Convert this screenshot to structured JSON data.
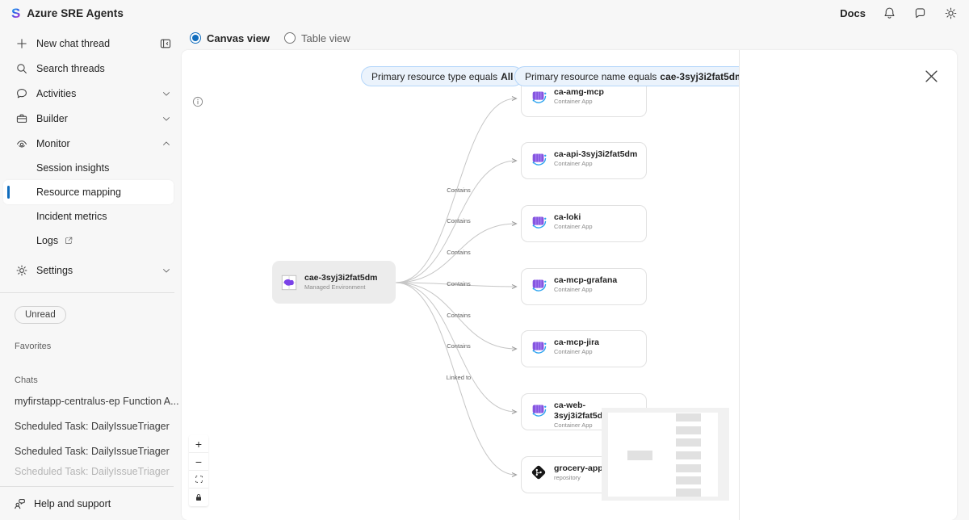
{
  "header": {
    "app_title": "Azure SRE Agents",
    "docs": "Docs"
  },
  "sidebar": {
    "new_chat_thread": "New chat thread",
    "search_threads": "Search threads",
    "activities": "Activities",
    "builder": "Builder",
    "monitor": "Monitor",
    "session_insights": "Session insights",
    "resource_mapping": "Resource mapping",
    "incident_metrics": "Incident metrics",
    "logs": "Logs",
    "settings": "Settings",
    "unread": "Unread",
    "favorites": "Favorites",
    "chats_label": "Chats",
    "chats": [
      "myfirstapp-centralus-ep Function A...",
      "Scheduled Task: DailyIssueTriager",
      "Scheduled Task: DailyIssueTriager",
      "Scheduled Task: DailyIssueTriager"
    ],
    "help_and_support": "Help and support"
  },
  "view_toggle": {
    "canvas_view": "Canvas view",
    "table_view": "Table view",
    "selected": "Canvas view"
  },
  "filters": {
    "type": {
      "prefix": "Primary resource type equals",
      "value": "All"
    },
    "name": {
      "prefix": "Primary resource name equals",
      "value": "cae-3syj3i2fat5dm"
    }
  },
  "graph": {
    "root": {
      "title": "cae-3syj3i2fat5dm",
      "subtitle": "Managed Environment",
      "icon": "managed-environment-icon"
    },
    "nodes": [
      {
        "title": "ca-amg-mcp",
        "subtitle": "Container App",
        "icon": "container-app-icon"
      },
      {
        "title": "ca-api-3syj3i2fat5dm",
        "subtitle": "Container App",
        "icon": "container-app-icon"
      },
      {
        "title": "ca-loki",
        "subtitle": "Container App",
        "icon": "container-app-icon"
      },
      {
        "title": "ca-mcp-grafana",
        "subtitle": "Container App",
        "icon": "container-app-icon"
      },
      {
        "title": "ca-mcp-jira",
        "subtitle": "Container App",
        "icon": "container-app-icon"
      },
      {
        "title": "ca-web-3syj3i2fat5dm",
        "subtitle": "Container App",
        "icon": "container-app-icon"
      },
      {
        "title": "grocery-app.git",
        "subtitle": "repository",
        "icon": "git-repository-icon"
      }
    ],
    "edges": [
      {
        "label": "Contains"
      },
      {
        "label": "Contains"
      },
      {
        "label": "Contains"
      },
      {
        "label": "Contains"
      },
      {
        "label": "Contains"
      },
      {
        "label": "Contains"
      },
      {
        "label": "Linked to"
      }
    ]
  },
  "canvas_controls": {
    "zoom_in": "+",
    "zoom_out": "−",
    "fit_view": "fit-view-icon",
    "lock": "lock-icon"
  },
  "icons": [
    "bell-icon",
    "chat-bubble-icon",
    "gear-icon",
    "plus-icon",
    "search-icon",
    "activities-icon",
    "builder-icon",
    "monitor-icon",
    "external-link-icon",
    "collapse-panel-icon",
    "help-icon",
    "info-icon",
    "close-icon"
  ],
  "colors": {
    "accent_blue": "#0f6cbd",
    "pill_bg": "#ebf3fc",
    "pill_border": "#b4d6fa",
    "page_bg": "#f7f7f7",
    "container_app_purple": "#8655e0",
    "container_app_blue": "#2aa3ef",
    "edge_gray": "#c2c2c2",
    "root_node_bg": "#ececec"
  }
}
